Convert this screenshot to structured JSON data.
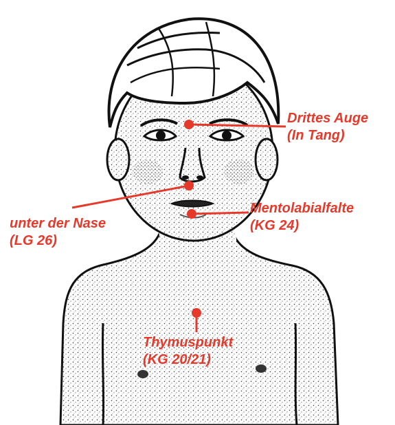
{
  "accent_color": "#e5392b",
  "figure": {
    "subject": "child-upper-body-engraving"
  },
  "points": [
    {
      "id": "third-eye",
      "name": "Drittes Auge",
      "code": "(In Tang)"
    },
    {
      "id": "under-nose",
      "name": "unter der Nase",
      "code": "(LG 26)"
    },
    {
      "id": "mentolabial",
      "name": "Mentolabialfalte",
      "code": "(KG 24)"
    },
    {
      "id": "thymus",
      "name": "Thymuspunkt",
      "code": "(KG 20/21)"
    }
  ]
}
